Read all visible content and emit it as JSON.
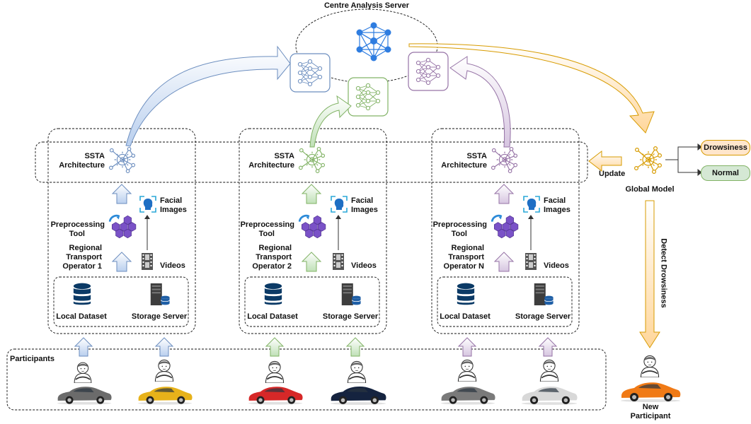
{
  "server": {
    "title": "Centre Analysis Server"
  },
  "operators": [
    {
      "ssta": "SSTA",
      "architecture": "Architecture",
      "facial": "Facial",
      "images": "Images",
      "preprocessing": "Preprocessing",
      "tool": "Tool",
      "regional": "Regional",
      "transport": "Transport",
      "operator": "Operator 1",
      "videos": "Videos",
      "local_dataset": "Local Dataset",
      "storage_server": "Storage Server",
      "color": "#6c8ebf"
    },
    {
      "ssta": "SSTA",
      "architecture": "Architecture",
      "facial": "Facial",
      "images": "Images",
      "preprocessing": "Preprocessing",
      "tool": "Tool",
      "regional": "Regional",
      "transport": "Transport",
      "operator": "Operator 2",
      "videos": "Videos",
      "local_dataset": "Local Dataset",
      "storage_server": "Storage Server",
      "color": "#82b366"
    },
    {
      "ssta": "SSTA",
      "architecture": "Architecture",
      "facial": "Facial",
      "images": "Images",
      "preprocessing": "Preprocessing",
      "tool": "Tool",
      "regional": "Regional",
      "transport": "Transport",
      "operator": "Operator N",
      "videos": "Videos",
      "local_dataset": "Local Dataset",
      "storage_server": "Storage Server",
      "color": "#9673a6"
    }
  ],
  "participants_label": "Participants",
  "global": {
    "update": "Update",
    "global_model": "Global Model",
    "drowsiness": "Drowsiness",
    "normal": "Normal",
    "detect": "Detect Drowsiness",
    "new_line1": "New",
    "new_line2": "Participant"
  },
  "colors": {
    "blue": "#6c8ebf",
    "blue_fill": "#dae8fc",
    "green": "#82b366",
    "green_fill": "#d5e8d4",
    "purple": "#9673a6",
    "purple_fill": "#e1d5e7",
    "orange": "#d79b00",
    "orange_fill": "#ffe6cc",
    "db": "#0b3a66"
  }
}
